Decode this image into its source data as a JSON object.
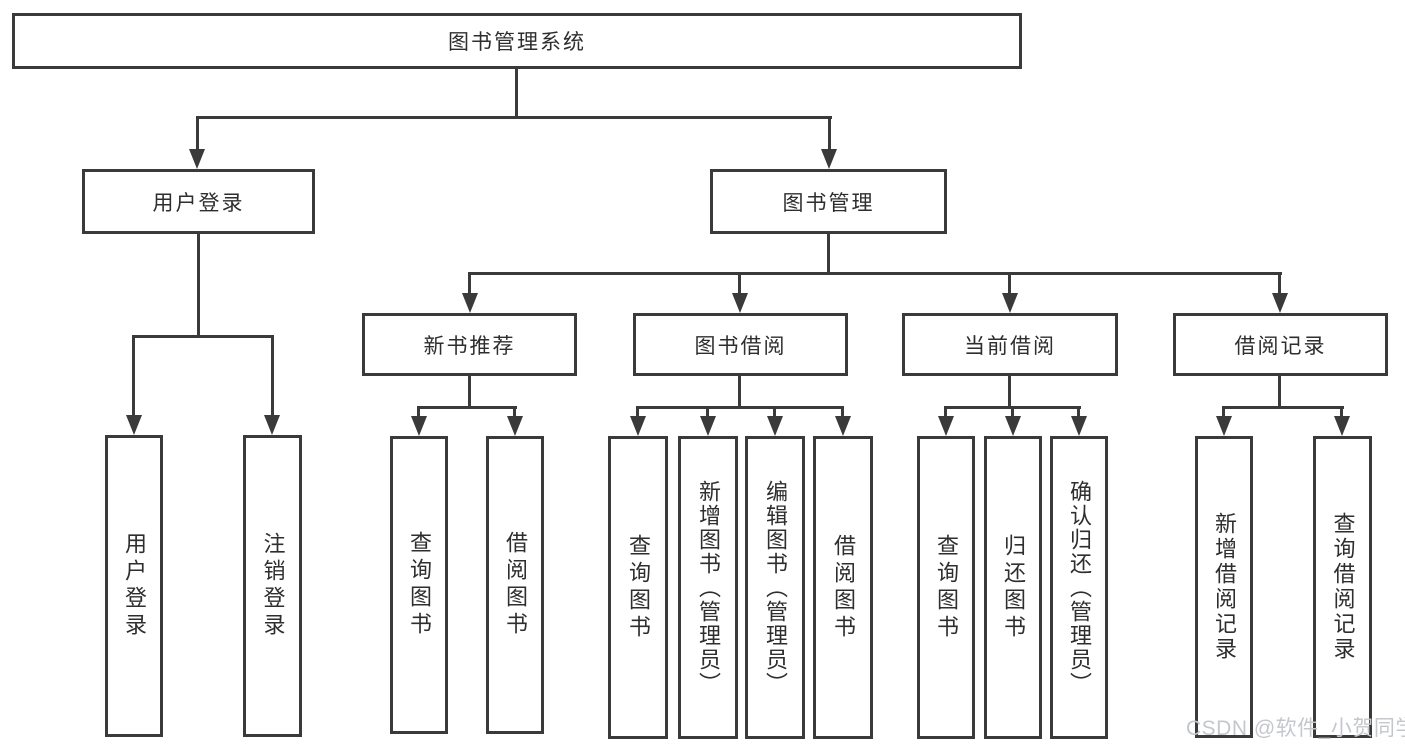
{
  "nodes": {
    "root": "图书管理系统",
    "user_login": "用户登录",
    "book_mgmt": "图书管理",
    "new_book": "新书推荐",
    "book_borrow": "图书借阅",
    "current_borrow": "当前借阅",
    "borrow_record": "借阅记录"
  },
  "leaves": {
    "user_login": [
      "用户登录",
      "注销登录"
    ],
    "new_book": [
      "查询图书",
      "借阅图书"
    ],
    "book_borrow": [
      "查询图书",
      "新增图书（管理员）",
      "编辑图书（管理员）",
      "借阅图书"
    ],
    "current_borrow": [
      "查询图书",
      "归还图书",
      "确认归还（管理员）"
    ],
    "borrow_record": [
      "新增借阅记录",
      "查询借阅记录"
    ]
  },
  "watermark": "CSDN @软件_小贺同学",
  "colors": {
    "line": "#3a3a3a",
    "text": "#2e2e2e",
    "watermark": "#c4c7cc",
    "background": "#ffffff"
  }
}
